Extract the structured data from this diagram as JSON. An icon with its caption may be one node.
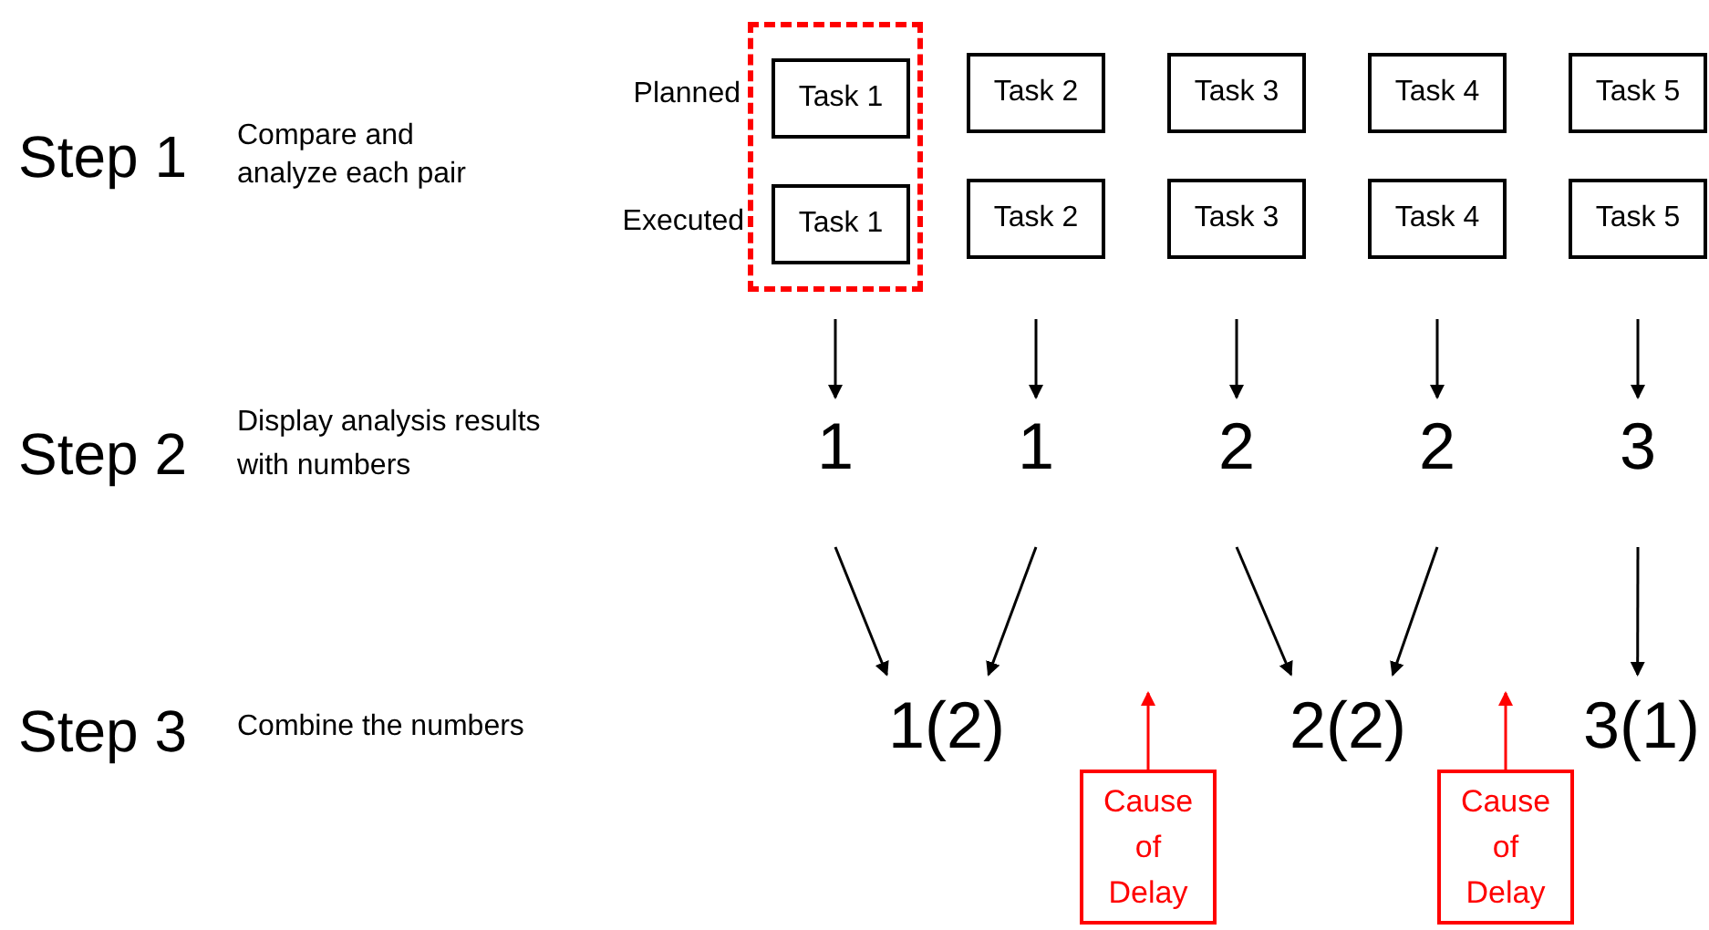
{
  "diagram": {
    "nodes": [
      {
        "text": [],
        "shape": "box"
      },
      {
        "text": [
          "Task 1"
        ],
        "in": 0
      },
      {
        "text": [
          "Task 1"
        ],
        "in": 0
      },
      {
        "text": [
          "Task 2"
        ]
      },
      {
        "text": [
          "Task 3"
        ]
      },
      {
        "text": [
          "Task 4"
        ]
      },
      {
        "text": [
          "Task 5"
        ]
      },
      {
        "text": [
          "Task 2"
        ]
      },
      {
        "text": [
          "Task 3"
        ]
      },
      {
        "text": [
          "Task 4"
        ]
      },
      {
        "text": [
          "Task 5"
        ]
      },
      {
        "text": [
          "1"
        ]
      },
      {
        "text": [
          "1"
        ]
      },
      {
        "text": [
          "2"
        ]
      },
      {
        "text": [
          "2"
        ]
      },
      {
        "text": [
          "3"
        ]
      },
      {
        "text": [
          "1(2)"
        ]
      },
      {
        "text": [
          "2(2)"
        ]
      },
      {
        "text": [
          "3(1)"
        ]
      },
      {
        "text": [
          "Cause of Delay"
        ]
      },
      {
        "text": [
          "Cause of Delay"
        ]
      }
    ],
    "edges": [
      {
        "from": 2,
        "to": 11,
        "arrow": "to"
      },
      {
        "from": 7,
        "to": 12,
        "arrow": "to"
      },
      {
        "from": 8,
        "to": 13,
        "arrow": "to"
      },
      {
        "from": 9,
        "to": 14,
        "arrow": "to"
      },
      {
        "from": 10,
        "to": 15,
        "arrow": "to"
      },
      {
        "from": 11,
        "to": 16,
        "arrow": "to"
      },
      {
        "from": 12,
        "to": 16,
        "arrow": "to"
      },
      {
        "from": 13,
        "to": 17,
        "arrow": "to"
      },
      {
        "from": 14,
        "to": 17,
        "arrow": "to"
      },
      {
        "from": 15,
        "to": 18,
        "arrow": "to"
      },
      {
        "from": 19,
        "to": null,
        "arrow": "to",
        "color": "#ff0000"
      },
      {
        "from": 20,
        "to": null,
        "arrow": "to",
        "color": "#ff0000"
      }
    ],
    "labels": [
      "Step 1",
      "Compare and analyze each pair",
      "Planned",
      "Executed",
      "Step 2",
      "Display analysis results with numbers",
      "Step 3",
      "Combine the numbers"
    ]
  }
}
